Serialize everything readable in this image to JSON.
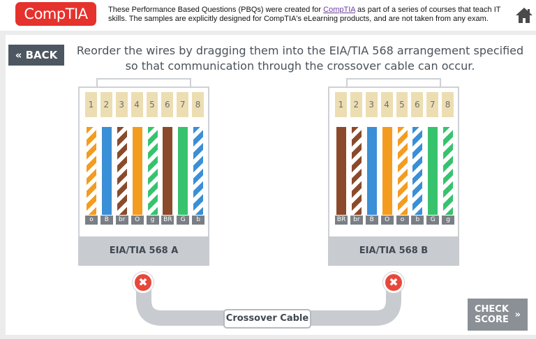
{
  "header": {
    "logo_text": "CompTIA",
    "disclaimer_before": "These Performance Based Questions (PBQs) were created for ",
    "disclaimer_link": "CompTIA",
    "disclaimer_after": " as part of a series of courses that teach IT skills. The samples are explicitly designed for CompTIA's eLearning products, and are not taken from any exam.",
    "home_icon": "home-icon"
  },
  "back_label": "« BACK",
  "instructions": "Reorder the wires by dragging them into the EIA/TIA 568 arrangement specified so that communication through the crossover cable can occur.",
  "colors": {
    "orange": "#f39c1f",
    "blue": "#3a8fd6",
    "green": "#37c36e",
    "brown": "#8b4a2b",
    "accent_red": "#e5322d",
    "pin": "#ecdeb2"
  },
  "connector_a": {
    "title": "EIA/TIA 568 A",
    "pins": [
      "1",
      "2",
      "3",
      "4",
      "5",
      "6",
      "7",
      "8"
    ],
    "wires": [
      {
        "label": "o",
        "color": "orange",
        "striped": true
      },
      {
        "label": "B",
        "color": "blue",
        "striped": false
      },
      {
        "label": "br",
        "color": "brown",
        "striped": true
      },
      {
        "label": "O",
        "color": "orange",
        "striped": false
      },
      {
        "label": "g",
        "color": "green",
        "striped": true
      },
      {
        "label": "BR",
        "color": "brown",
        "striped": false
      },
      {
        "label": "G",
        "color": "green",
        "striped": false
      },
      {
        "label": "b",
        "color": "blue",
        "striped": true
      }
    ]
  },
  "connector_b": {
    "title": "EIA/TIA 568 B",
    "pins": [
      "1",
      "2",
      "3",
      "4",
      "5",
      "6",
      "7",
      "8"
    ],
    "wires": [
      {
        "label": "BR",
        "color": "brown",
        "striped": false
      },
      {
        "label": "br",
        "color": "brown",
        "striped": true
      },
      {
        "label": "B",
        "color": "blue",
        "striped": false
      },
      {
        "label": "O",
        "color": "orange",
        "striped": false
      },
      {
        "label": "o",
        "color": "orange",
        "striped": true
      },
      {
        "label": "b",
        "color": "blue",
        "striped": true
      },
      {
        "label": "G",
        "color": "green",
        "striped": false
      },
      {
        "label": "g",
        "color": "green",
        "striped": true
      }
    ]
  },
  "cable_label": "Crossover Cable",
  "x_symbol": "✖",
  "check_score": {
    "line1": "CHECK",
    "line2": "SCORE",
    "chevron": "»"
  }
}
